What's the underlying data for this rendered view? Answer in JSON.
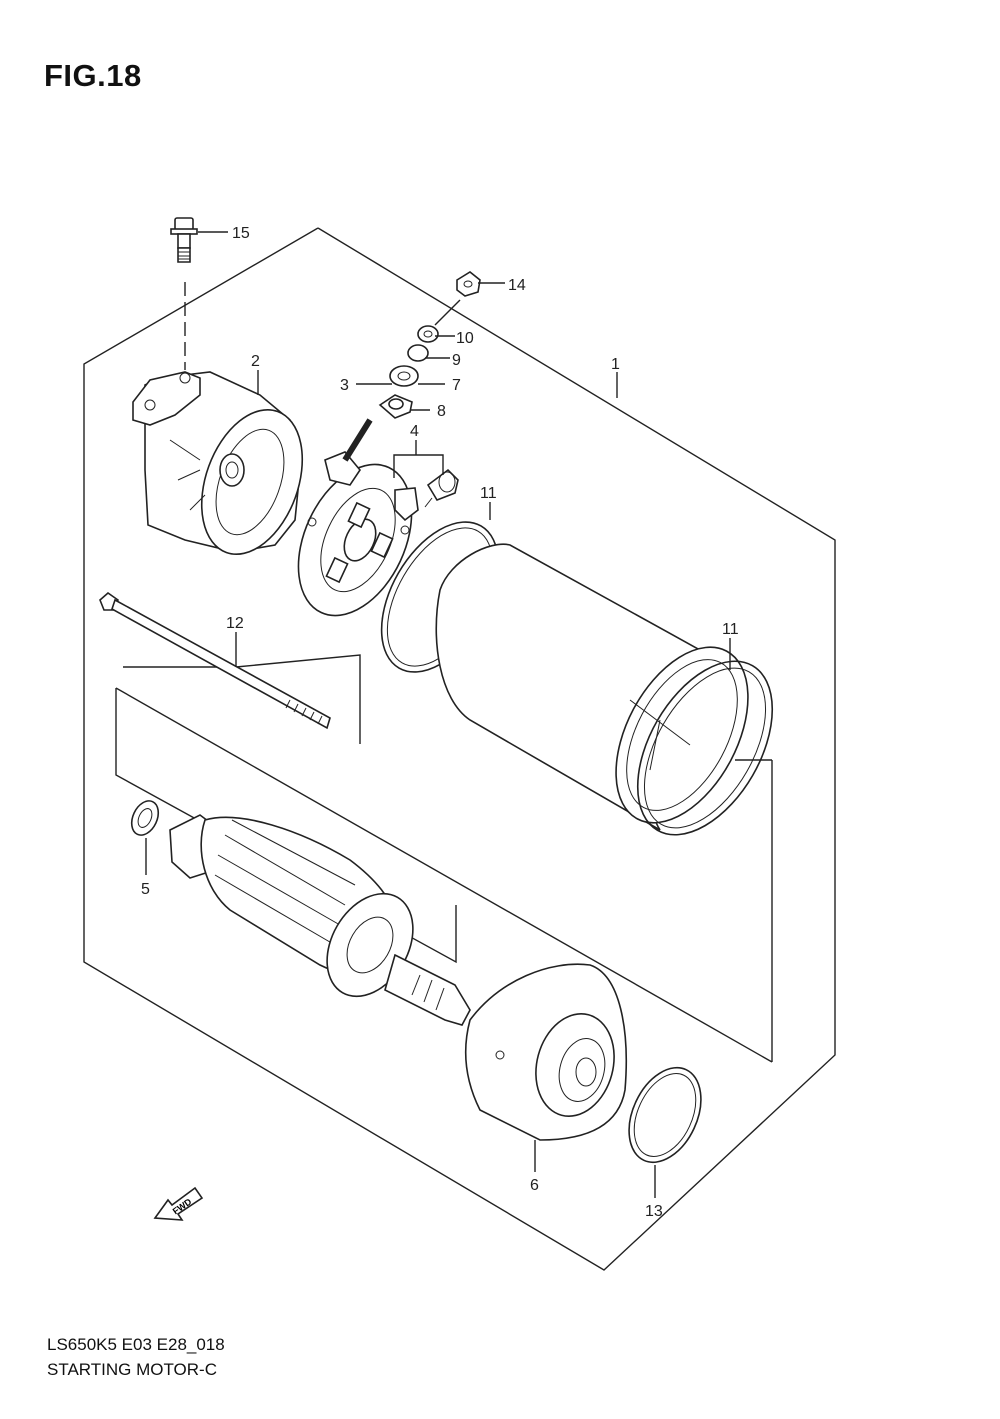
{
  "figure": {
    "title": "FIG.18"
  },
  "footer": {
    "model_code": "LS650K5 E03 E28_018",
    "title": "STARTING MOTOR-C"
  },
  "direction_badge": "FWD",
  "callouts": [
    "1",
    "2",
    "3",
    "4",
    "5",
    "6",
    "7",
    "8",
    "9",
    "10",
    "11",
    "11",
    "12",
    "13",
    "14",
    "15"
  ]
}
